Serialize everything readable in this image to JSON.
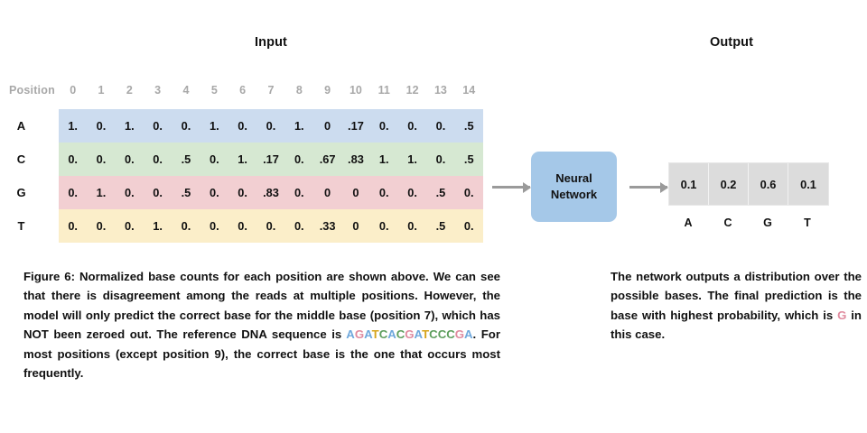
{
  "headings": {
    "input": "Input",
    "output": "Output"
  },
  "matrix": {
    "position_label": "Position",
    "positions": [
      "0",
      "1",
      "2",
      "3",
      "4",
      "5",
      "6",
      "7",
      "8",
      "9",
      "10",
      "11",
      "12",
      "13",
      "14"
    ],
    "row_labels": [
      "A",
      "C",
      "G",
      "T"
    ],
    "row_colors": {
      "A": "#ccdcef",
      "C": "#d6e8d2",
      "G": "#f2cfd2",
      "T": "#fbeec9"
    },
    "rows": [
      {
        "base": "A",
        "values": [
          "1.",
          "0.",
          "1.",
          "0.",
          "0.",
          "1.",
          "0.",
          "0.",
          "1.",
          "0",
          ".17",
          "0.",
          "0.",
          "0.",
          ".5"
        ]
      },
      {
        "base": "C",
        "values": [
          "0.",
          "0.",
          "0.",
          "0.",
          ".5",
          "0.",
          "1.",
          ".17",
          "0.",
          ".67",
          ".83",
          "1.",
          "1.",
          "0.",
          ".5"
        ]
      },
      {
        "base": "G",
        "values": [
          "0.",
          "1.",
          "0.",
          "0.",
          ".5",
          "0.",
          "0.",
          ".83",
          "0.",
          "0",
          "0",
          "0.",
          "0.",
          ".5",
          "0."
        ]
      },
      {
        "base": "T",
        "values": [
          "0.",
          "0.",
          "0.",
          "1.",
          "0.",
          "0.",
          "0.",
          "0.",
          "0.",
          ".33",
          "0",
          "0.",
          "0.",
          ".5",
          "0."
        ]
      }
    ]
  },
  "neural_network": {
    "line1": "Neural",
    "line2": "Network",
    "color": "#a5c8e8"
  },
  "output": {
    "values": [
      "0.1",
      "0.2",
      "0.6",
      "0.1"
    ],
    "labels": [
      "A",
      "C",
      "G",
      "T"
    ],
    "box_color": "#dcdcdc"
  },
  "captions": {
    "left": {
      "part1": "Figure 6: Normalized base counts for each position are shown above. We can see that there is disagreement among the reads at multiple positions. However, the model will only predict the correct base for the middle base (position 7), which has NOT been zeroed out. The reference DNA sequence is ",
      "dna_sequence": "AGATCACGATCCCGA",
      "part2": ". For most positions (except position 9), the correct base is the one that occurs most frequently."
    },
    "right": {
      "part1": "The network outputs a distribution over the possible bases. The final prediction is the base with highest probability, which is ",
      "highlight": "G",
      "part2": " in this case."
    }
  },
  "base_colors": {
    "A": "#6fa8dc",
    "C": "#5d9e5d",
    "G": "#e08a9e",
    "T": "#d6a419"
  }
}
